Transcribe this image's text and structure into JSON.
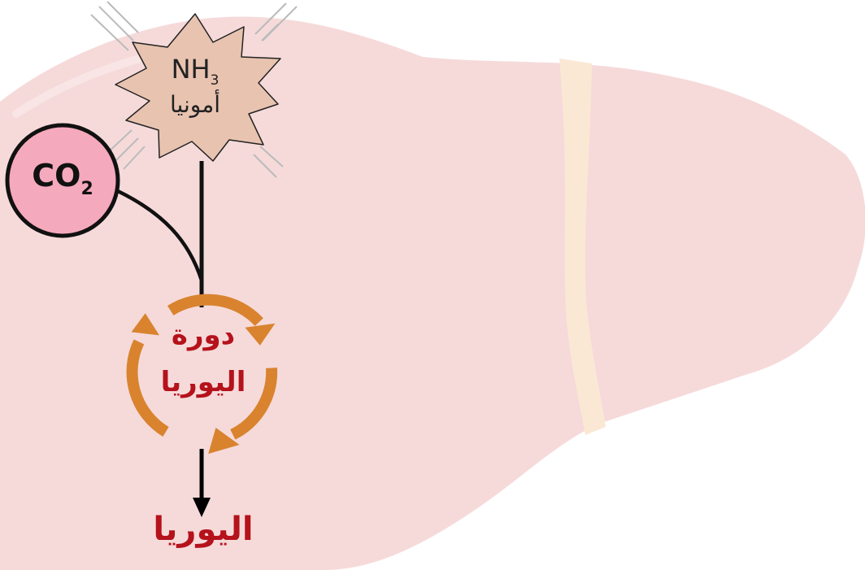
{
  "ammonia": {
    "formula": "NH",
    "subscript": "3",
    "name": "أمونيا"
  },
  "carbon_dioxide": {
    "formula": "CO",
    "subscript": "2"
  },
  "urea_cycle": {
    "line1": "دورة",
    "line2": "اليوريا"
  },
  "product": {
    "label": "اليوريا"
  },
  "colors": {
    "liver": "#f6dada",
    "liver_band": "#fbe8d4",
    "ammonia_burst": "#e8c3b0",
    "co2_circle": "#f5a9bc",
    "cycle_arrows": "#d9832f",
    "label_red": "#b5121b"
  }
}
